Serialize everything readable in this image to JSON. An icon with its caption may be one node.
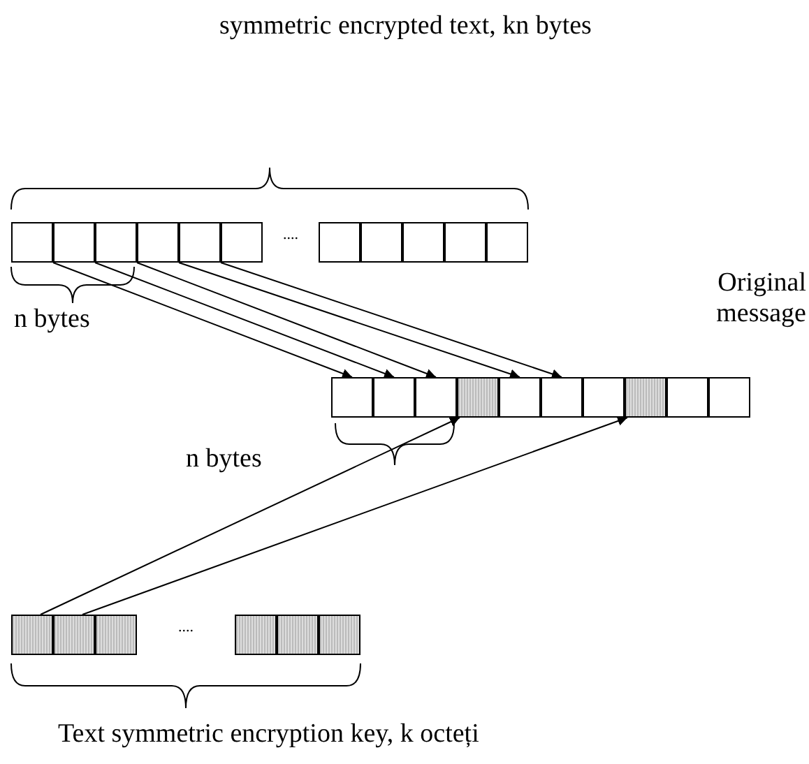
{
  "diagram": {
    "nodes": [
      {
        "text": [],
        "shape": "box"
      },
      {
        "text": [],
        "shape": "box"
      },
      {
        "text": [],
        "shape": "box"
      },
      {
        "text": [],
        "shape": "box"
      },
      {
        "text": [],
        "shape": "box"
      },
      {
        "text": [],
        "shape": "box"
      },
      {
        "text": [],
        "shape": "box"
      },
      {
        "text": [],
        "shape": "box"
      },
      {
        "text": [],
        "shape": "box"
      },
      {
        "text": [],
        "shape": "box"
      },
      {
        "text": [],
        "shape": "box"
      },
      {
        "text": [],
        "shape": "box"
      },
      {
        "text": [],
        "shape": "box"
      },
      {
        "text": [],
        "shape": "box"
      },
      {
        "text": [],
        "shape": "box"
      },
      {
        "text": [],
        "shape": "box"
      },
      {
        "text": [],
        "shape": "box"
      },
      {
        "text": [],
        "shape": "box"
      },
      {
        "text": [],
        "shape": "box"
      },
      {
        "text": [],
        "shape": "box"
      },
      {
        "text": [],
        "shape": "box"
      },
      {
        "text": [],
        "shape": "box"
      },
      {
        "text": [],
        "shape": "box"
      },
      {
        "text": [],
        "shape": "box"
      },
      {
        "text": [],
        "shape": "box"
      },
      {
        "text": [],
        "shape": "box"
      },
      {
        "text": [],
        "shape": "box"
      }
    ],
    "edges": [
      {
        "from": 0,
        "to": 11,
        "arrow": "to"
      },
      {
        "from": 1,
        "to": 12,
        "arrow": "to"
      },
      {
        "from": 2,
        "to": 13,
        "arrow": "to"
      },
      {
        "from": 3,
        "to": 15,
        "arrow": "to"
      },
      {
        "from": 4,
        "to": 16,
        "arrow": "to"
      },
      {
        "from": 21,
        "to": 14,
        "arrow": "to"
      },
      {
        "from": 22,
        "to": 18,
        "arrow": "to"
      }
    ],
    "labels": [
      "symmetric encrypted text, kn bytes",
      "....",
      "n bytes",
      "Original message",
      "n bytes",
      "....",
      "Text symmetric encryption key, k octeți"
    ]
  }
}
